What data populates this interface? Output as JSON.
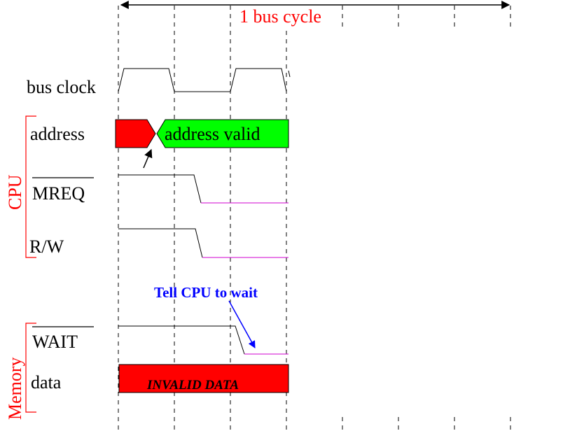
{
  "diagram": {
    "cycle_label": "1 bus cycle",
    "groups": {
      "cpu": "CPU",
      "memory": "Memory"
    },
    "signals": {
      "clock": "bus clock",
      "address": "address",
      "mreq": "MREQ",
      "rw": "R/W",
      "wait": "WAIT",
      "data": "data"
    },
    "annotations": {
      "address_valid": "address valid",
      "tell_cpu": "Tell CPU to wait",
      "invalid_data": "INVALID DATA"
    },
    "colors": {
      "red": "#ff0000",
      "green": "#00ff00",
      "blue": "#0000ff",
      "magenta": "#d000d0",
      "black": "#000000"
    }
  }
}
